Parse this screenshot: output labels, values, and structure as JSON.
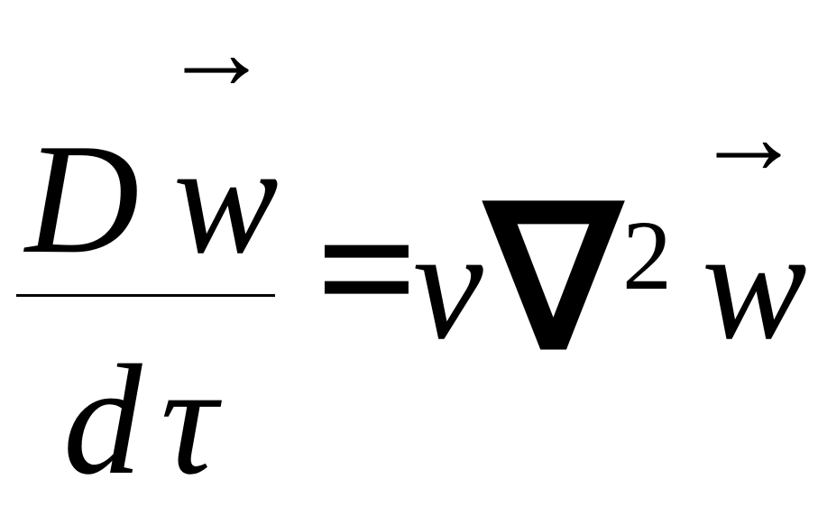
{
  "equation": {
    "numerator": {
      "operator": "D",
      "variable": "w",
      "arrow": "→"
    },
    "denominator": {
      "differential": "d",
      "variable": "τ"
    },
    "equals": "=",
    "rhs": {
      "coefficient": "ν",
      "operator": "∇",
      "exponent": "2",
      "variable": "w",
      "arrow": "→"
    }
  }
}
